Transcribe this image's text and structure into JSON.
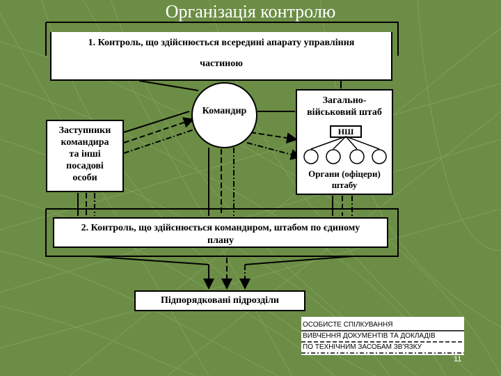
{
  "title": "Організація контролю",
  "box1": {
    "line1": "1. Контроль, що здійснюється всередині апарату управління",
    "line2": "частиною"
  },
  "commander": {
    "label": "Командир"
  },
  "staff": {
    "title_line1": "Загально-",
    "title_line2": "військовий штаб",
    "chief_label": "НШ",
    "organs_line1": "Органи (офіцери)",
    "organs_line2": "штабу"
  },
  "deputies": {
    "lines": [
      "Заступники",
      "командира",
      "та інші",
      "посадові",
      "особи"
    ]
  },
  "box2": {
    "line1": "2. Контроль, що здійснюється командиром, штабом по єдиному",
    "line2": "плану"
  },
  "subunits": {
    "label": "Підпорядковані підрозділи"
  },
  "legend": {
    "items": [
      {
        "label": "ОСОБИСТЕ СПІЛКУВАННЯ",
        "style": "solid"
      },
      {
        "label": "ВИВЧЕННЯ ДОКУМЕНТІВ ТА ДОКЛАДІВ",
        "style": "dashed"
      },
      {
        "label": "ПО ТЕХНІЧНИМ ЗАСОБАМ ЗВ'ЯЗКУ",
        "style": "dash-dot"
      }
    ]
  },
  "page_number": "11",
  "colors": {
    "background": "#6b8d45",
    "box_fill": "#ffffff",
    "line": "#000000",
    "grid": "#8aa866"
  }
}
